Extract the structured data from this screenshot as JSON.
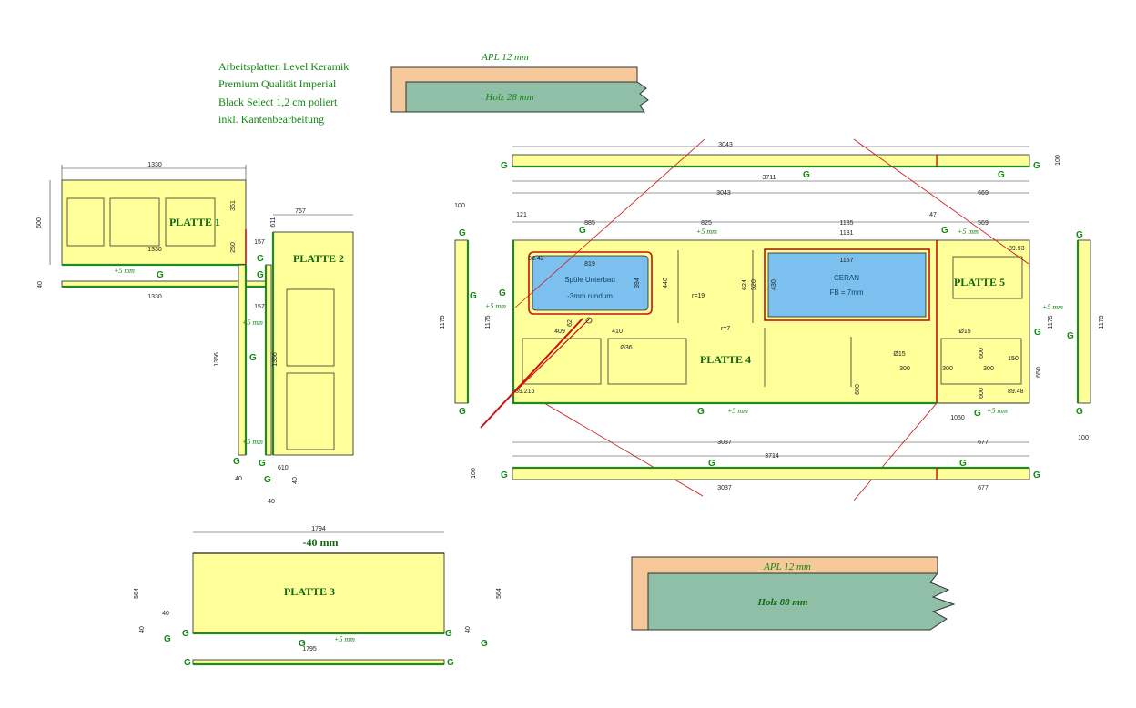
{
  "notes": {
    "line1": "Arbeitsplatten Level Keramik",
    "line2": "Premium Qualität Imperial",
    "line3": "Black Select 1,2 cm poliert",
    "line4": "inkl. Kantenbearbeitung"
  },
  "profile_top": {
    "apl": "APL 12 mm",
    "holz": "Holz 28 mm"
  },
  "profile_bottom": {
    "apl": "APL 12 mm",
    "holz": "Holz 88 mm"
  },
  "plates": {
    "p1": "PLATTE 1",
    "p2": "PLATTE 2",
    "p3": "PLATTE 3",
    "p4": "PLATTE 4",
    "p5": "PLATTE 5"
  },
  "cutouts": {
    "sink_title": "Spüle Unterbau",
    "sink_sub": "-3mm rundum",
    "ceran_title": "CERAN",
    "ceran_sub": "FB = 7mm"
  },
  "edge": {
    "g": "G",
    "plus5": "+5 mm",
    "minus40": "-40 mm"
  },
  "dims_left": {
    "w1330": "1330",
    "h600": "600",
    "d361": "361",
    "d611": "611",
    "w767": "767",
    "d157": "157",
    "d250": "250",
    "d40": "40",
    "h1366": "1366",
    "w610": "610",
    "d40b": "40"
  },
  "dims_p3": {
    "w1794": "1794",
    "w1795": "1795",
    "h564": "564",
    "d40": "40"
  },
  "dims_right": {
    "w3043": "3043",
    "w3711": "3711",
    "w669": "669",
    "d100": "100",
    "d121": "121",
    "d885": "885",
    "d825": "825",
    "d1185": "1185",
    "d1181": "1181",
    "d47": "47",
    "d569": "569",
    "d819": "819",
    "d394": "394",
    "d1157": "1157",
    "d440": "440",
    "d624": "624",
    "d520": "520",
    "d430": "430",
    "r19": "r=19",
    "r7": "r=7",
    "d409": "409",
    "d410": "410",
    "d62": "62",
    "dia36": "Ø36",
    "dia15": "Ø15",
    "d300": "300",
    "d150": "150",
    "d600": "600",
    "d650": "650",
    "d1050": "1050",
    "h1175": "1175",
    "w3037": "3037",
    "w3714": "3714",
    "w677": "677",
    "a8942": "89.42",
    "a8993": "89.93",
    "a89216": "89.216",
    "a8948": "89.48"
  }
}
